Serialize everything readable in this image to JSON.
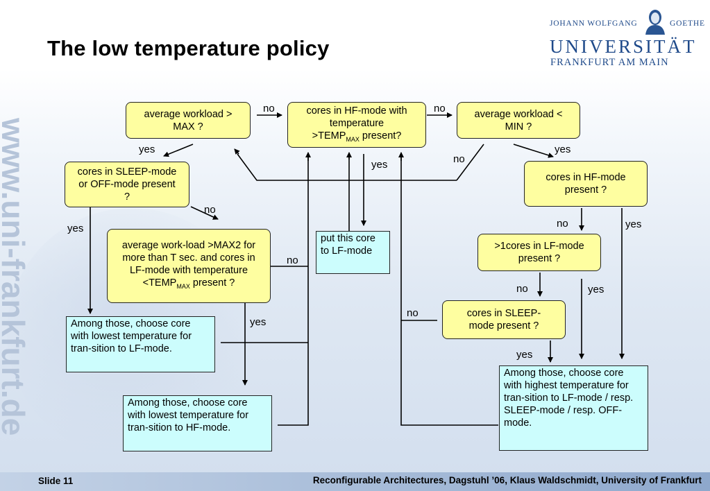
{
  "slide": {
    "title": "The low temperature policy",
    "watermark": "www.uni-frankfurt.de",
    "footer_left": "Slide 11",
    "footer_right": "Reconfigurable Architectures,  Dagstuhl ’06,  Klaus Waldschmidt,  University of Frankfurt"
  },
  "logo": {
    "line1_left": "JOHANN WOLFGANG",
    "line1_right": "GOETHE",
    "line2": "UNIVERSITÄT",
    "line3": "FRANKFURT AM MAIN"
  },
  "boxes": {
    "avg_max": "average workload > MAX ?",
    "hf_temp_a": "cores in HF-mode with temperature",
    "hf_temp_b": ">TEMP",
    "hf_temp_sub": "MAX",
    "hf_temp_c": " present?",
    "avg_min": "average workload < MIN ?",
    "sleep_off": "cores in SLEEP-mode or OFF-mode present ?",
    "avg_max2_a": "average work-load >MAX2 for more than T sec. and cores in LF-mode with temperature <TEMP",
    "avg_max2_sub": "MAX",
    "avg_max2_b": " present ?",
    "put_lf": "put this core to LF-mode",
    "hf_present": "cores in HF-mode present ?",
    "lf_gt1": ">1cores in LF-mode present ?",
    "sleep_present": "cores in SLEEP-mode present ?",
    "lowest_lf": "Among those, choose core with lowest temperature for tran-sition to LF-mode.",
    "lowest_hf": "Among those, choose core with lowest temperature for tran-sition to HF-mode.",
    "highest": "Among those, choose core with highest temperature for tran-sition to LF-mode / resp. SLEEP-mode / resp. OFF-mode."
  },
  "labels": {
    "no1": "no",
    "no2": "no",
    "yes1": "yes",
    "yes2": "yes",
    "no3": "no",
    "yes3": "yes",
    "no4": "no",
    "yes4": "yes",
    "no5": "no",
    "yes5": "yes",
    "no6": "no",
    "yes6": "yes",
    "no7": "no",
    "no8": "no",
    "yes7": "yes",
    "yes8": "yes"
  }
}
